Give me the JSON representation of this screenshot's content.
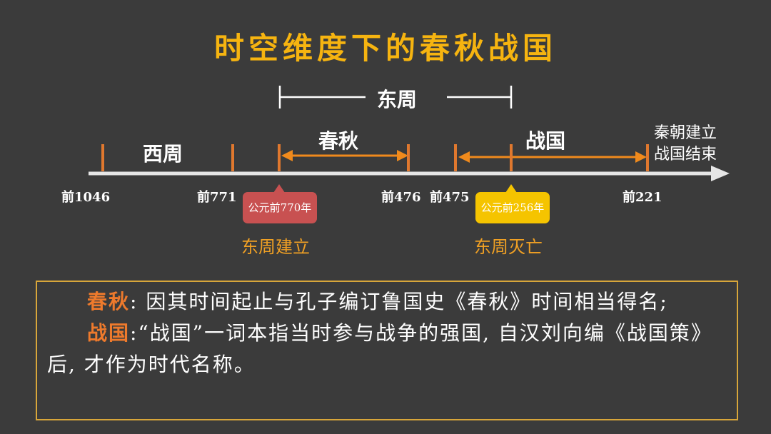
{
  "title": "时空维度下的春秋战国",
  "timeline": {
    "eastern_zhou_label": "东周",
    "periods": {
      "western_zhou": "西周",
      "spring_autumn": "春秋",
      "warring_states": "战国",
      "qin_line1": "秦朝建立",
      "qin_line2": "战国结束"
    },
    "years": {
      "y1046": "前1046",
      "y771": "前771",
      "y476": "前476",
      "y475": "前475",
      "y221": "前221"
    },
    "callouts": {
      "founding_year": "公元前770年",
      "fall_year": "公元前256年"
    },
    "events": {
      "founding": "东周建立",
      "fall": "东周灭亡"
    },
    "colors": {
      "title": "#f6b410",
      "axis": "#e6e6e6",
      "marker": "#e0782e",
      "arrow": "#f08a1c",
      "callout_red": "#c85151",
      "callout_yellow": "#f5c400",
      "event_text": "#f0a024",
      "note_term": "#ee7a2c",
      "box_border": "#d8a63a"
    }
  },
  "notes": {
    "spring_autumn_term": "春秋",
    "spring_autumn_sep": ":",
    "spring_autumn_text": " 因其时间起止与孔子编订鲁国史《春秋》时间相当得名;",
    "warring_states_term": "战国",
    "warring_states_sep": ":",
    "warring_states_text": "“战国”一词本指当时参与战争的强国, 自汉刘向编《战国策》后, 才作为时代名称。"
  }
}
